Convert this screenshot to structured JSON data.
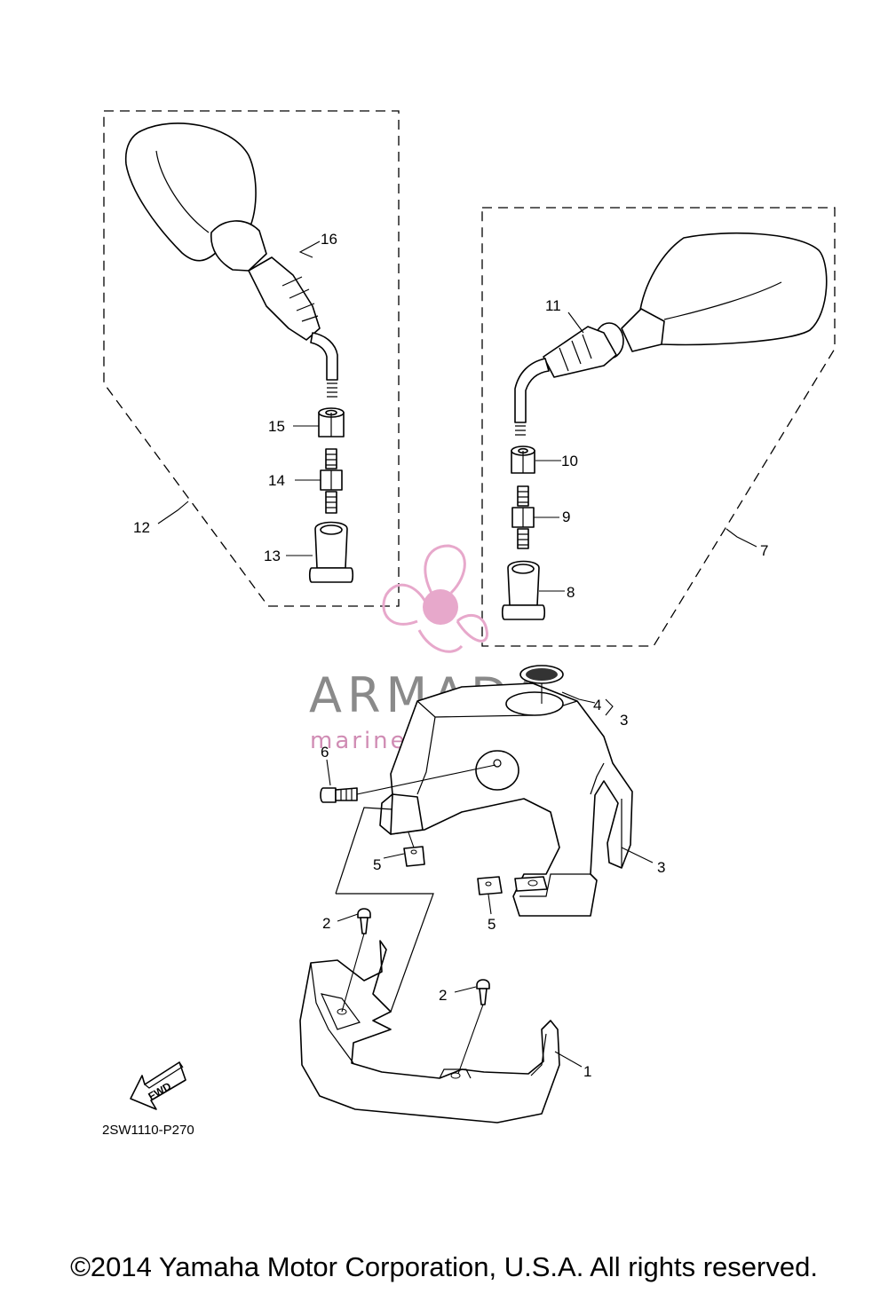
{
  "diagram": {
    "part_labels": {
      "p1": "1",
      "p2a": "2",
      "p2b": "2",
      "p3a": "3",
      "p3b": "3",
      "p4": "4",
      "p5a": "5",
      "p5b": "5",
      "p6": "6",
      "p7": "7",
      "p8": "8",
      "p9": "9",
      "p10": "10",
      "p11": "11",
      "p12": "12",
      "p13": "13",
      "p14": "14",
      "p15": "15",
      "p16": "16"
    },
    "fwd_label": "FWD",
    "diagram_code": "2SW1110-P270"
  },
  "watermark": {
    "brand": "ARMADA",
    "tagline": "marine outboards",
    "colors": {
      "logo": "#e7a8cb",
      "text": "#8a8a8a",
      "tagline": "#d08cb4"
    }
  },
  "copyright": "©2014 Yamaha Motor Corporation, U.S.A. All rights reserved."
}
